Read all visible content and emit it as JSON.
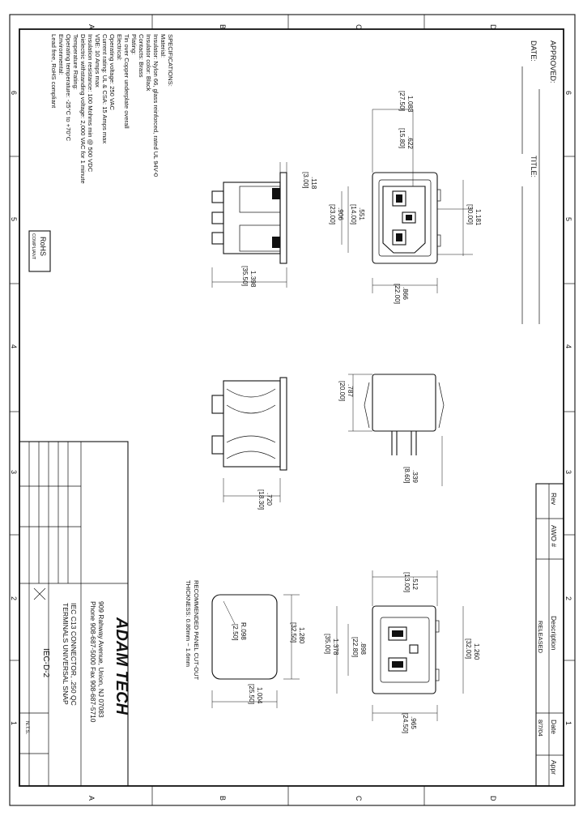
{
  "border": {
    "row_letters": [
      "A",
      "B",
      "C",
      "D"
    ],
    "col_numbers": [
      "6",
      "5",
      "4",
      "3",
      "2",
      "1"
    ]
  },
  "approval": {
    "approved": "APPROVED:",
    "date": "DATE:",
    "title": "TITLE:"
  },
  "revision_table": {
    "headers": {
      "rev": "Rev",
      "awo": "AWO #",
      "description": "Description",
      "date": "Date",
      "appr": "Appr"
    },
    "rows": [
      {
        "description": "RELEASED",
        "date": "8/7/04"
      }
    ]
  },
  "specifications": {
    "lines": [
      "SPECIFICATIONS:",
      "Material:",
      "Insulator: Nylon 66, glass reinforced, rated UL 94V-0",
      "Insulator color: Black",
      "Contacts: Brass",
      "Plating:",
      "  Tin over Copper underplate overall",
      "Electrical:",
      "Operating voltage: 250 VAC",
      "Current rating: UL & CSA: 15 Amps max",
      "  VDE: 10 Amps max",
      "Insulation resistance: 100 Mohms min @ 500 VDC",
      "Dielectric withstanding voltage: 2,000 VAC for 1 minute",
      "Temperature Rating:",
      "Operating temperature: -25°C to +70°C",
      "Environmental:",
      "Lead free, RoHS compliant"
    ],
    "rohs_line1": "RoHS",
    "rohs_line2": "COMPLIANT"
  },
  "dimensions": {
    "a": "1.083",
    "a_mm": "[27.50]",
    "b": ".622",
    "b_mm": "[15.80]",
    "c": "1.181",
    "c_mm": "[30.00]",
    "d": ".551",
    "d_mm": "[14.00]",
    "e": ".906",
    "e_mm": "[23.00]",
    "f": ".866",
    "f_mm": "[22.00]",
    "g": ".118",
    "g_mm": "[3.00]",
    "h": "1.398",
    "h_mm": "[35.50]",
    "i": ".787",
    "i_mm": "[20.00]",
    "j": ".339",
    "j_mm": "[8.60]",
    "k": ".720",
    "k_mm": "[18.30]",
    "l": ".512",
    "l_mm": "[13.00]",
    "m": "1.260",
    "m_mm": "[32.00]",
    "n": ".898",
    "n_mm": "[22.80]",
    "o": "1.378",
    "o_mm": "[35.00]",
    "p": ".965",
    "p_mm": "[24.50]",
    "q": "1.280",
    "q_mm": "[32.50]",
    "r": "R.098",
    "r_mm": "[2.50]",
    "s": "1.004",
    "s_mm": "[25.50]"
  },
  "panel_note": {
    "line1": "RECOMMENDED PANEL CUT-OUT",
    "line2": "THICKNESS: 0.80mm ~ 1.6mm"
  },
  "title_block": {
    "company": "ADAM TECH",
    "address": "909 Rahway Avenue, Union, NJ 07083",
    "phone": "Phone 908-687-5000 Fax 908-687-5710",
    "title_line1": "IEC C13 CONNECTOR, .250 QC",
    "title_line2": "TERMINALS UNIVERSAL SNAP",
    "part_number": "IEC-D-2",
    "scale": "N.T.S."
  }
}
